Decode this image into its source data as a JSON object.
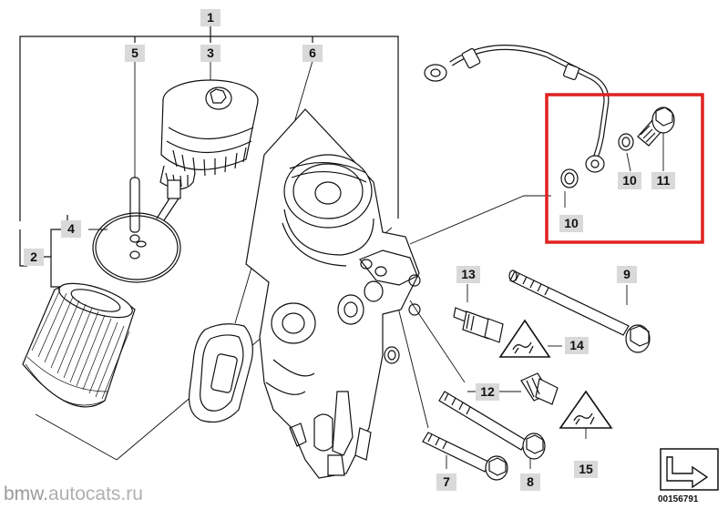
{
  "labels": {
    "p1": "1",
    "p2": "2",
    "p3": "3",
    "p4": "4",
    "p5": "5",
    "p6": "6",
    "p7": "7",
    "p8": "8",
    "p9": "9",
    "p10a": "10",
    "p10b": "10",
    "p11": "11",
    "p12": "12",
    "p13": "13",
    "p14": "14",
    "p15": "15"
  },
  "watermark": {
    "part1": "bmw.",
    "part2": "autocats.ru"
  },
  "diagram_number": "00156791",
  "colors": {
    "highlight_box": "#e02020",
    "label_bg": "#d9d9d9",
    "line": "#111111"
  }
}
